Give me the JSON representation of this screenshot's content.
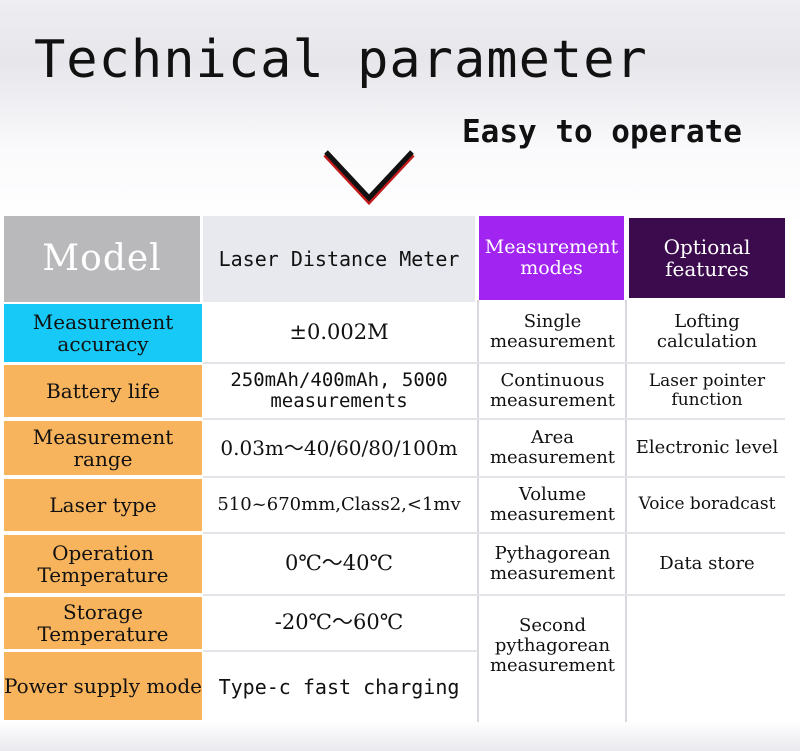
{
  "title": "Technical parameter",
  "subtitle": "Easy to operate",
  "icons": {
    "arrow": "chevron-down-icon"
  },
  "colors": {
    "model_header": "#b9b9bb",
    "accuracy_label": "#16c9f6",
    "label_orange": "#f8b45c",
    "modes_header": "#a224f0",
    "optional_header": "#3c0b4e"
  },
  "table": {
    "model_label": "Model",
    "product_name": "Laser Distance Meter",
    "rows": [
      {
        "label": "Measurement accuracy",
        "value": "±0.002M"
      },
      {
        "label": "Battery life",
        "value": "250mAh/400mAh, 5000 measurements"
      },
      {
        "label": "Measurement range",
        "value": "0.03m～40/60/80/100m"
      },
      {
        "label": "Laser type",
        "value": "510~670mm,Class2,<1mv"
      },
      {
        "label": "Operation Temperature",
        "value": "0℃～40℃"
      },
      {
        "label": "Storage Temperature",
        "value": "-20℃～60℃"
      },
      {
        "label": "Power supply mode",
        "value": "Type-c fast charging"
      }
    ]
  },
  "modes": {
    "header": "Measurement modes",
    "items": [
      "Single measurement",
      "Continuous measurement",
      "Area measurement",
      "Volume measurement",
      "Pythagorean measurement",
      "Second pythagorean measurement"
    ]
  },
  "optional": {
    "header": "Optional features",
    "items": [
      "Lofting calculation",
      "Laser pointer function",
      "Electronic level",
      "Voice boradcast",
      "Data store"
    ]
  }
}
